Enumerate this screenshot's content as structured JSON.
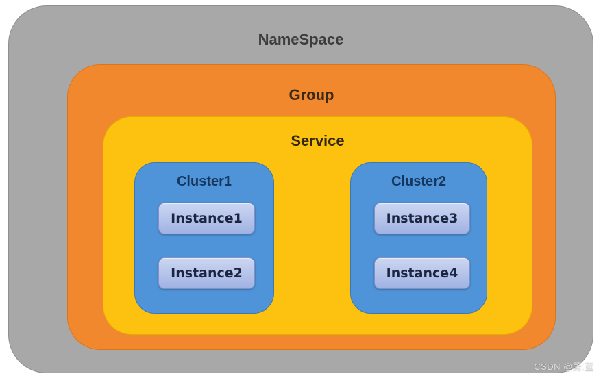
{
  "diagram": {
    "namespace": {
      "label": "NameSpace"
    },
    "group": {
      "label": "Group"
    },
    "service": {
      "label": "Service"
    },
    "clusters": [
      {
        "label": "Cluster1",
        "instances": [
          {
            "label": "Instance1"
          },
          {
            "label": "Instance2"
          }
        ]
      },
      {
        "label": "Cluster2",
        "instances": [
          {
            "label": "Instance3"
          },
          {
            "label": "Instance4"
          }
        ]
      }
    ]
  },
  "watermark": {
    "text": "CSDN @蔚.蓝"
  },
  "colors": {
    "namespace_fill": "#a8a8a8",
    "group_fill": "#f2882e",
    "service_fill": "#fdc20f",
    "cluster_fill": "#4f94d9",
    "instance_fill_top": "#ccd6f1",
    "instance_fill_bottom": "#a0b2e2",
    "cluster_text": "#17365d",
    "instance_text": "#1c2440"
  }
}
